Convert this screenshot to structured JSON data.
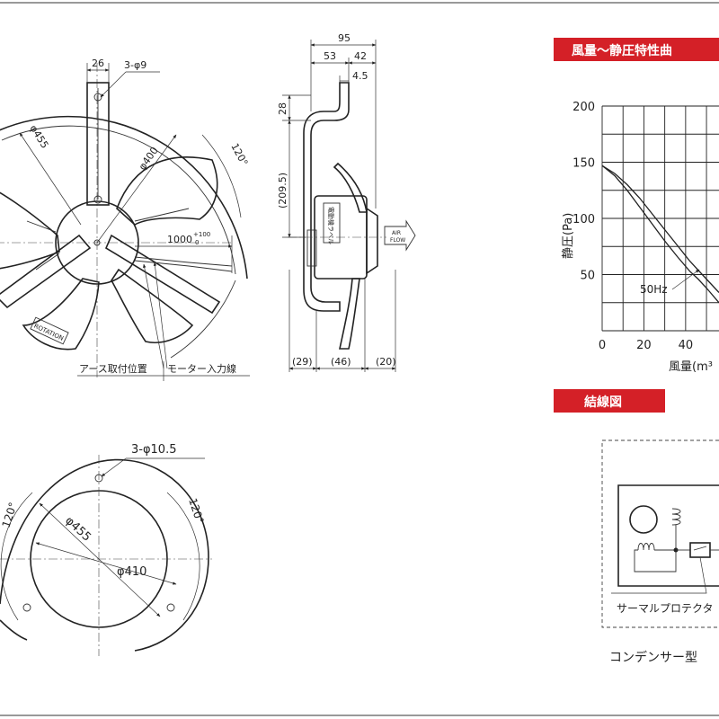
{
  "front_view": {
    "dim_26": "26",
    "holes_top": "3-φ9",
    "dia_455": "φ455",
    "dia_400": "φ400",
    "angle_120": "120°",
    "lead_length": "1000",
    "lead_tol_upper": "+100",
    "lead_tol_lower": "0",
    "rotation_label": "ROTATION",
    "earth_label": "アース取付位置",
    "motor_input_label": "モーター入力線"
  },
  "side_view": {
    "dim_95": "95",
    "dim_53": "53",
    "dim_42": "42",
    "dim_4_5": "4.5",
    "dim_28": "28",
    "dim_209_5": "(209.5)",
    "dim_29": "(29)",
    "dim_46": "(46)",
    "dim_20": "(20)",
    "airflow_line1": "AIR",
    "airflow_line2": "FLOW",
    "motor_label": "電動機ラベル"
  },
  "mount_view": {
    "holes": "3-φ10.5",
    "dia_455": "φ455",
    "dia_410": "φ410",
    "angle_left": "120°",
    "angle_right": "120°"
  },
  "chart_title": "風量～静圧特性曲",
  "wiring_title": "結線図",
  "thermal_protector_label": "サーマルプロテクタ",
  "capacitor_type_label": "コンデンサー型",
  "chart_data": {
    "type": "line",
    "ylabel": "静圧(Pa)",
    "xlabel": "風量(m³",
    "xlim": [
      0,
      56
    ],
    "ylim": [
      0,
      200
    ],
    "x_ticks": [
      0,
      20,
      40
    ],
    "x_tick_labels": [
      "0",
      "20",
      "40"
    ],
    "y_ticks": [
      50,
      100,
      150,
      200
    ],
    "y_tick_labels": [
      "50",
      "100",
      "150",
      "200"
    ],
    "series": [
      {
        "name": "50Hz",
        "x": [
          0,
          6,
          12,
          18,
          24,
          30,
          36,
          42,
          46,
          50,
          56
        ],
        "y": [
          147,
          138,
          125,
          110,
          95,
          80,
          66,
          53,
          46,
          38,
          25
        ]
      },
      {
        "x": [
          0,
          6,
          12,
          18,
          24,
          30,
          36,
          42,
          48,
          52,
          56
        ],
        "y": [
          147,
          140,
          130,
          118,
          104,
          90,
          76,
          62,
          50,
          42,
          34
        ]
      }
    ]
  }
}
